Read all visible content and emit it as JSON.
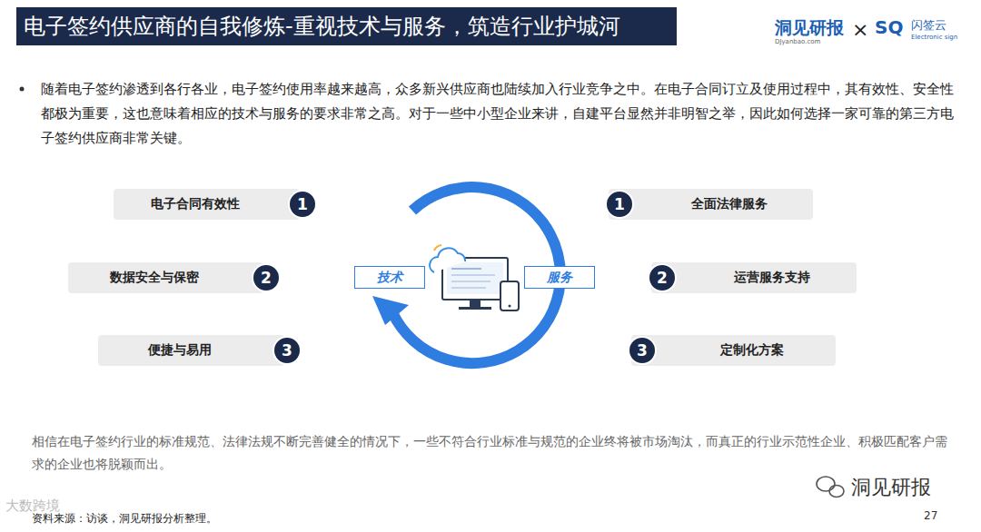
{
  "diagram": {
    "title": "电子签约供应商的自我修炼-重视技术与服务，筑造行业护城河",
    "nodes": [
      {
        "text": [
          "电子合同有效性"
        ]
      },
      {
        "text": [
          "1"
        ],
        "in": 0
      },
      {
        "text": [
          "数据安全与保密"
        ]
      },
      {
        "text": [
          "2"
        ],
        "in": 2
      },
      {
        "text": [
          "便捷与易用"
        ]
      },
      {
        "text": [
          "3"
        ],
        "in": 4
      },
      {
        "text": [
          "技术"
        ]
      },
      {
        "text": [
          "服务"
        ]
      },
      {
        "text": [
          "全面法律服务"
        ]
      },
      {
        "text": [
          "1"
        ],
        "in": 8
      },
      {
        "text": [
          "运营服务支持"
        ]
      },
      {
        "text": [
          "2"
        ],
        "in": 10
      },
      {
        "text": [
          "定制化方案"
        ]
      },
      {
        "text": [
          "3"
        ],
        "in": 12
      }
    ],
    "labels": [
      "洞见研报",
      "DJyanbao.com",
      "×",
      "SQ",
      "闪签云",
      "Electronic sign",
      "随着电子签约渗透到各行各业，电子签约使用率越来越高，众多新兴供应商也陆续加入行业竞争之中。在电子合同订立及使用过程中，其有效性、安全性都极为重要，这也意味着相应的技术与服务的要求非常之高。对于一些中小型企业来讲，自建平台显然并非明智之举，因此如何选择一家可靠的第三方电子签约供应商非常关键。",
      "相信在电子签约行业的标准规范、法律法规不断完善健全的情况下，一些不符合行业标准与规范的企业终将被市场淘汰，而真正的行业示范性企业、积极匹配客户需求的企业也将脱颖而出。",
      "资料来源：访谈，洞见研报分析整理。",
      "27",
      "洞见研报",
      "大数跨境"
    ]
  }
}
